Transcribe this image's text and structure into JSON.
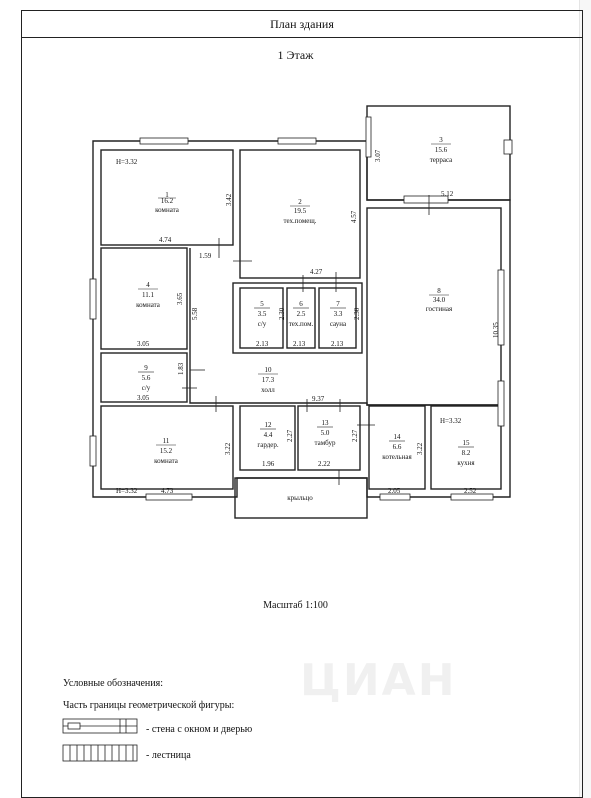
{
  "header": {
    "title": "План здания",
    "floor": "1  Этаж"
  },
  "rooms": [
    {
      "num": "1",
      "area": "16.2",
      "name": "комната"
    },
    {
      "num": "2",
      "area": "19.5",
      "name": "тех.помещ."
    },
    {
      "num": "3",
      "area": "15.6",
      "name": "терраса"
    },
    {
      "num": "4",
      "area": "11.1",
      "name": "комната"
    },
    {
      "num": "5",
      "area": "3.5",
      "name": "с/у"
    },
    {
      "num": "6",
      "area": "2.5",
      "name": "тех.пом."
    },
    {
      "num": "7",
      "area": "3.3",
      "name": "сауна"
    },
    {
      "num": "8",
      "area": "34.0",
      "name": "гостиная"
    },
    {
      "num": "9",
      "area": "5.6",
      "name": "с/у"
    },
    {
      "num": "10",
      "area": "17.3",
      "name": "холл"
    },
    {
      "num": "11",
      "area": "15.2",
      "name": "комната"
    },
    {
      "num": "12",
      "area": "4.4",
      "name": "гардер."
    },
    {
      "num": "13",
      "area": "5.0",
      "name": "тамбур"
    },
    {
      "num": "14",
      "area": "6.6",
      "name": "котельная"
    },
    {
      "num": "15",
      "area": "8.2",
      "name": "кухня"
    }
  ],
  "porch_label": "крыльцо",
  "heights": [
    "H=3.32",
    "H=3.32",
    "H=3.32"
  ],
  "dimensions": [
    "4.74",
    "3.42",
    "1.59",
    "4.57",
    "4.27",
    "3.07",
    "5.12",
    "3.65",
    "5.58",
    "2.30",
    "2.30",
    "3.05",
    "2.13",
    "2.13",
    "2.13",
    "10.35",
    "1.83",
    "3.05",
    "9.37",
    "3.22",
    "2.27",
    "2.27",
    "3.22",
    "4.73",
    "1.96",
    "2.22",
    "2.05",
    "2.52"
  ],
  "scale": "Масштаб 1:100",
  "legend": {
    "title": "Условные обозначения:",
    "subtitle": "Часть границы геометрической фигуры:",
    "items": [
      "- стена с окном и дверью",
      "- лестница"
    ]
  },
  "watermark": "циан"
}
